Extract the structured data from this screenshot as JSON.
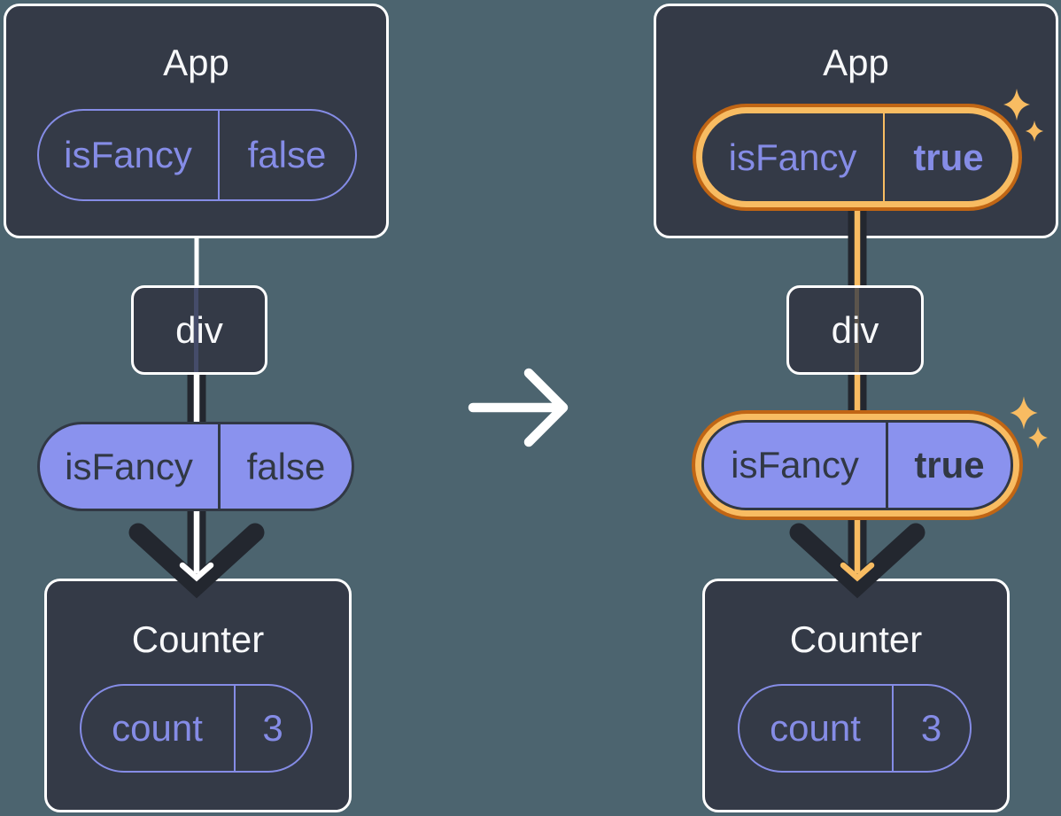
{
  "colors": {
    "background": "#4C646F",
    "node_fill": "#343A47",
    "node_border": "#FFFFFF",
    "purple_outline": "#858CE6",
    "purple_fill": "#8A92EE",
    "dark_ink": "#313844",
    "arrow_dark": "#23272F",
    "highlight_orange_dark": "#C06514",
    "highlight_orange_light": "#F8BC62",
    "transition_arrow": "#FFFFFF"
  },
  "before": {
    "app": {
      "title": "App",
      "state_pill": {
        "name": "isFancy",
        "value": "false"
      }
    },
    "div_node": {
      "label": "div"
    },
    "prop_pill": {
      "name": "isFancy",
      "value": "false"
    },
    "counter": {
      "title": "Counter",
      "state_pill": {
        "name": "count",
        "value": "3"
      }
    }
  },
  "after": {
    "app": {
      "title": "App",
      "state_pill": {
        "name": "isFancy",
        "value": "true"
      }
    },
    "div_node": {
      "label": "div"
    },
    "prop_pill": {
      "name": "isFancy",
      "value": "true"
    },
    "counter": {
      "title": "Counter",
      "state_pill": {
        "name": "count",
        "value": "3"
      }
    }
  },
  "icons": {
    "transition": "right-arrow-icon",
    "highlight": "sparkles-icon"
  }
}
